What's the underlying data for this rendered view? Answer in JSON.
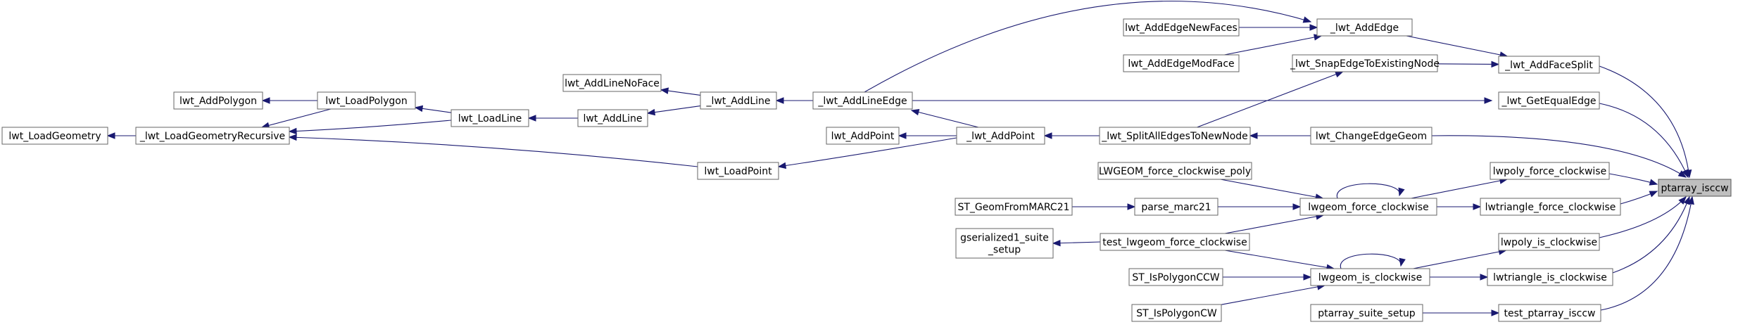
{
  "graph": {
    "root": "ptarray_isccw",
    "nodes": {
      "ptarray_isccw": {
        "lines": [
          "ptarray_isccw"
        ]
      },
      "lwt_AddFaceSplit": {
        "lines": [
          "_lwt_AddFaceSplit"
        ]
      },
      "lwt_GetEqualEdge": {
        "lines": [
          "_lwt_GetEqualEdge"
        ]
      },
      "lwt_ChangeEdgeGeom": {
        "lines": [
          "lwt_ChangeEdgeGeom"
        ]
      },
      "lwpoly_force_clockwise": {
        "lines": [
          "lwpoly_force_clockwise"
        ]
      },
      "lwtriangle_force_clockwise": {
        "lines": [
          "lwtriangle_force_clockwise"
        ]
      },
      "lwpoly_is_clockwise": {
        "lines": [
          "lwpoly_is_clockwise"
        ]
      },
      "lwtriangle_is_clockwise": {
        "lines": [
          "lwtriangle_is_clockwise"
        ]
      },
      "test_ptarray_isccw": {
        "lines": [
          "test_ptarray_isccw"
        ]
      },
      "lwt_AddEdge": {
        "lines": [
          "_lwt_AddEdge"
        ]
      },
      "lwt_SnapEdgeToExistingNode": {
        "lines": [
          "_lwt_SnapEdgeToExistingNode"
        ]
      },
      "lwt_AddEdgeNewFaces": {
        "lines": [
          "lwt_AddEdgeNewFaces"
        ]
      },
      "lwt_AddEdgeModFace": {
        "lines": [
          "lwt_AddEdgeModFace"
        ]
      },
      "lwt_AddLineEdge": {
        "lines": [
          "_lwt_AddLineEdge"
        ]
      },
      "lwt_SplitAllEdgesToNewNode": {
        "lines": [
          "_lwt_SplitAllEdgesToNewNode"
        ]
      },
      "lwt_AddPoint": {
        "lines": [
          "_lwt_AddPoint"
        ]
      },
      "lwt_AddPointPub": {
        "lines": [
          "lwt_AddPoint"
        ]
      },
      "lwt_AddLine": {
        "lines": [
          "_lwt_AddLine"
        ]
      },
      "lwt_AddLineNoFace": {
        "lines": [
          "lwt_AddLineNoFace"
        ]
      },
      "lwt_AddLinePub": {
        "lines": [
          "lwt_AddLine"
        ]
      },
      "lwt_LoadLine": {
        "lines": [
          "lwt_LoadLine"
        ]
      },
      "lwt_LoadPoint": {
        "lines": [
          "lwt_LoadPoint"
        ]
      },
      "lwt_LoadPolygon": {
        "lines": [
          "lwt_LoadPolygon"
        ]
      },
      "lwt_AddPolygon": {
        "lines": [
          "lwt_AddPolygon"
        ]
      },
      "lwt_LoadGeometryRecursive": {
        "lines": [
          "_lwt_LoadGeometryRecursive"
        ]
      },
      "lwt_LoadGeometry": {
        "lines": [
          "lwt_LoadGeometry"
        ]
      },
      "lwgeom_force_clockwise": {
        "lines": [
          "lwgeom_force_clockwise"
        ]
      },
      "LWGEOM_force_clockwise_poly": {
        "lines": [
          "LWGEOM_force_clockwise_poly"
        ]
      },
      "parse_marc21": {
        "lines": [
          "parse_marc21"
        ]
      },
      "ST_GeomFromMARC21": {
        "lines": [
          "ST_GeomFromMARC21"
        ]
      },
      "test_lwgeom_force_clockwise": {
        "lines": [
          "test_lwgeom_force_clockwise"
        ]
      },
      "gserialized1_suite_setup": {
        "lines": [
          "gserialized1_suite",
          "_setup"
        ]
      },
      "lwgeom_is_clockwise": {
        "lines": [
          "lwgeom_is_clockwise"
        ]
      },
      "ST_IsPolygonCCW": {
        "lines": [
          "ST_IsPolygonCCW"
        ]
      },
      "ST_IsPolygonCW": {
        "lines": [
          "ST_IsPolygonCW"
        ]
      },
      "ptarray_suite_setup": {
        "lines": [
          "ptarray_suite_setup"
        ]
      }
    },
    "edges": [
      [
        "lwt_AddFaceSplit",
        "ptarray_isccw"
      ],
      [
        "lwt_GetEqualEdge",
        "ptarray_isccw"
      ],
      [
        "lwt_ChangeEdgeGeom",
        "ptarray_isccw"
      ],
      [
        "lwpoly_force_clockwise",
        "ptarray_isccw"
      ],
      [
        "lwtriangle_force_clockwise",
        "ptarray_isccw"
      ],
      [
        "lwpoly_is_clockwise",
        "ptarray_isccw"
      ],
      [
        "lwtriangle_is_clockwise",
        "ptarray_isccw"
      ],
      [
        "test_ptarray_isccw",
        "ptarray_isccw"
      ],
      [
        "lwt_AddEdge",
        "lwt_AddFaceSplit"
      ],
      [
        "lwt_SnapEdgeToExistingNode",
        "lwt_AddFaceSplit"
      ],
      [
        "lwt_AddEdgeNewFaces",
        "lwt_AddEdge"
      ],
      [
        "lwt_AddEdgeModFace",
        "lwt_AddEdge"
      ],
      [
        "lwt_AddLineEdge",
        "lwt_AddEdge"
      ],
      [
        "lwt_SplitAllEdgesToNewNode",
        "lwt_SnapEdgeToExistingNode"
      ],
      [
        "lwt_AddLineEdge",
        "lwt_GetEqualEdge"
      ],
      [
        "lwt_ChangeEdgeGeom",
        "lwt_SplitAllEdgesToNewNode"
      ],
      [
        "lwt_SplitAllEdgesToNewNode",
        "lwt_AddPoint"
      ],
      [
        "lwt_AddPoint",
        "lwt_AddLineEdge"
      ],
      [
        "lwt_AddPoint",
        "lwt_AddPointPub"
      ],
      [
        "lwt_AddPoint",
        "lwt_LoadPoint"
      ],
      [
        "lwt_AddLineEdge",
        "lwt_AddLine"
      ],
      [
        "lwt_AddLine",
        "lwt_AddLineNoFace"
      ],
      [
        "lwt_AddLine",
        "lwt_AddLinePub"
      ],
      [
        "lwt_AddLinePub",
        "lwt_LoadLine"
      ],
      [
        "lwt_LoadLine",
        "lwt_LoadPolygon"
      ],
      [
        "lwt_LoadLine",
        "lwt_LoadGeometryRecursive"
      ],
      [
        "lwt_LoadPolygon",
        "lwt_AddPolygon"
      ],
      [
        "lwt_LoadPolygon",
        "lwt_LoadGeometryRecursive"
      ],
      [
        "lwt_LoadPoint",
        "lwt_LoadGeometryRecursive"
      ],
      [
        "lwt_LoadGeometryRecursive",
        "lwt_LoadGeometry"
      ],
      [
        "lwgeom_force_clockwise",
        "lwpoly_force_clockwise"
      ],
      [
        "lwgeom_force_clockwise",
        "lwtriangle_force_clockwise"
      ],
      [
        "lwgeom_force_clockwise",
        "lwgeom_force_clockwise"
      ],
      [
        "LWGEOM_force_clockwise_poly",
        "lwgeom_force_clockwise"
      ],
      [
        "parse_marc21",
        "lwgeom_force_clockwise"
      ],
      [
        "ST_GeomFromMARC21",
        "parse_marc21"
      ],
      [
        "test_lwgeom_force_clockwise",
        "lwgeom_force_clockwise"
      ],
      [
        "gserialized1_suite_setup",
        "test_lwgeom_force_clockwise"
      ],
      [
        "lwgeom_is_clockwise",
        "lwpoly_is_clockwise"
      ],
      [
        "lwgeom_is_clockwise",
        "lwtriangle_is_clockwise"
      ],
      [
        "lwgeom_is_clockwise",
        "lwgeom_is_clockwise"
      ],
      [
        "test_lwgeom_force_clockwise",
        "lwgeom_is_clockwise"
      ],
      [
        "ST_IsPolygonCCW",
        "lwgeom_is_clockwise"
      ],
      [
        "ST_IsPolygonCW",
        "lwgeom_is_clockwise"
      ],
      [
        "ptarray_suite_setup",
        "test_ptarray_isccw"
      ]
    ]
  }
}
